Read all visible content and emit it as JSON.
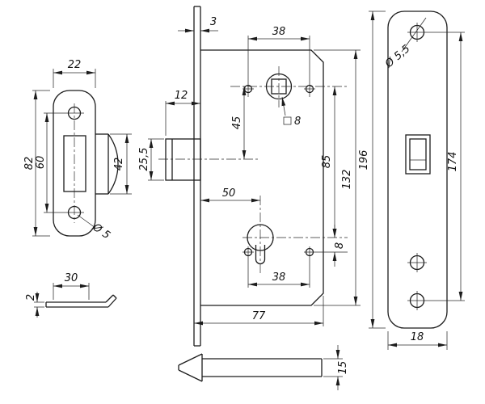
{
  "drawing": {
    "background": "#ffffff",
    "line_color": "#1c1c1c",
    "views": {
      "strike_plate": {
        "width": "22",
        "height": "82",
        "hole_spacing": "60",
        "box_height": "42",
        "hole_diameter": "Ø 5"
      },
      "dust_cover": {
        "width": "30",
        "thickness": "2"
      },
      "lock_body": {
        "faceplate_thickness": "3",
        "top_hole_spacing": "38",
        "latch_depth": "12",
        "latch_height": "25,5",
        "spindle_to_latch": "45",
        "square_size": "8",
        "backset": "50",
        "spindle_to_cylinder": "85",
        "case_height": "132",
        "cylinder_to_hole": "8",
        "bottom_hole_spacing": "38",
        "case_width": "77",
        "latch_bolt_height": "15"
      },
      "faceplate": {
        "hole_diameter": "Ø 5,5",
        "hole_spacing": "174",
        "height": "196",
        "width": "18"
      }
    }
  }
}
